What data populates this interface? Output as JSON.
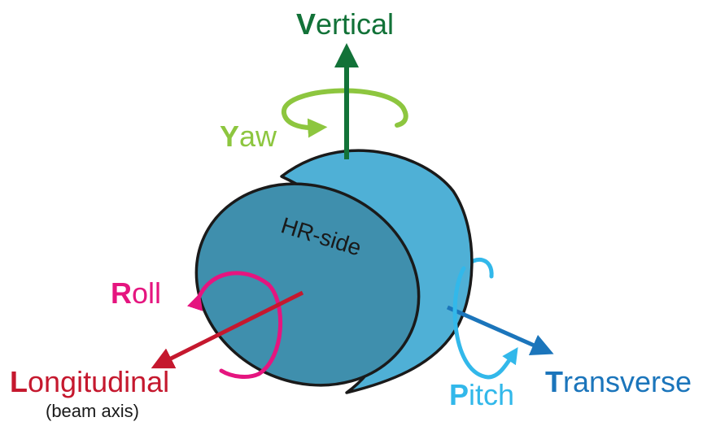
{
  "colors": {
    "vertical": "#127238",
    "yaw": "#8dc63f",
    "roll": "#e5157f",
    "longitudinal": "#c5182e",
    "pitch": "#32b8ea",
    "transverse": "#1b75bb",
    "body_face": "#3f8fad",
    "body_side": "#4fb0d6",
    "outline": "#1a1a1a"
  },
  "icons": {
    "vertical_axis": "arrow-up-icon",
    "yaw_rotation": "rotation-arrow-icon",
    "roll_rotation": "rotation-arrow-icon",
    "pitch_rotation": "rotation-arrow-icon",
    "longitudinal_axis": "arrow-diagonal-icon",
    "transverse_axis": "arrow-diagonal-icon"
  },
  "labels": {
    "vertical": {
      "initial": "V",
      "rest": "ertical"
    },
    "yaw": {
      "initial": "Y",
      "rest": "aw"
    },
    "roll": {
      "initial": "R",
      "rest": "oll"
    },
    "longitudinal": {
      "initial": "L",
      "rest": "ongitudinal",
      "note": "(beam axis)"
    },
    "pitch": {
      "initial": "P",
      "rest": "itch"
    },
    "transverse": {
      "initial": "T",
      "rest": "ransverse"
    },
    "face": "HR-side"
  }
}
